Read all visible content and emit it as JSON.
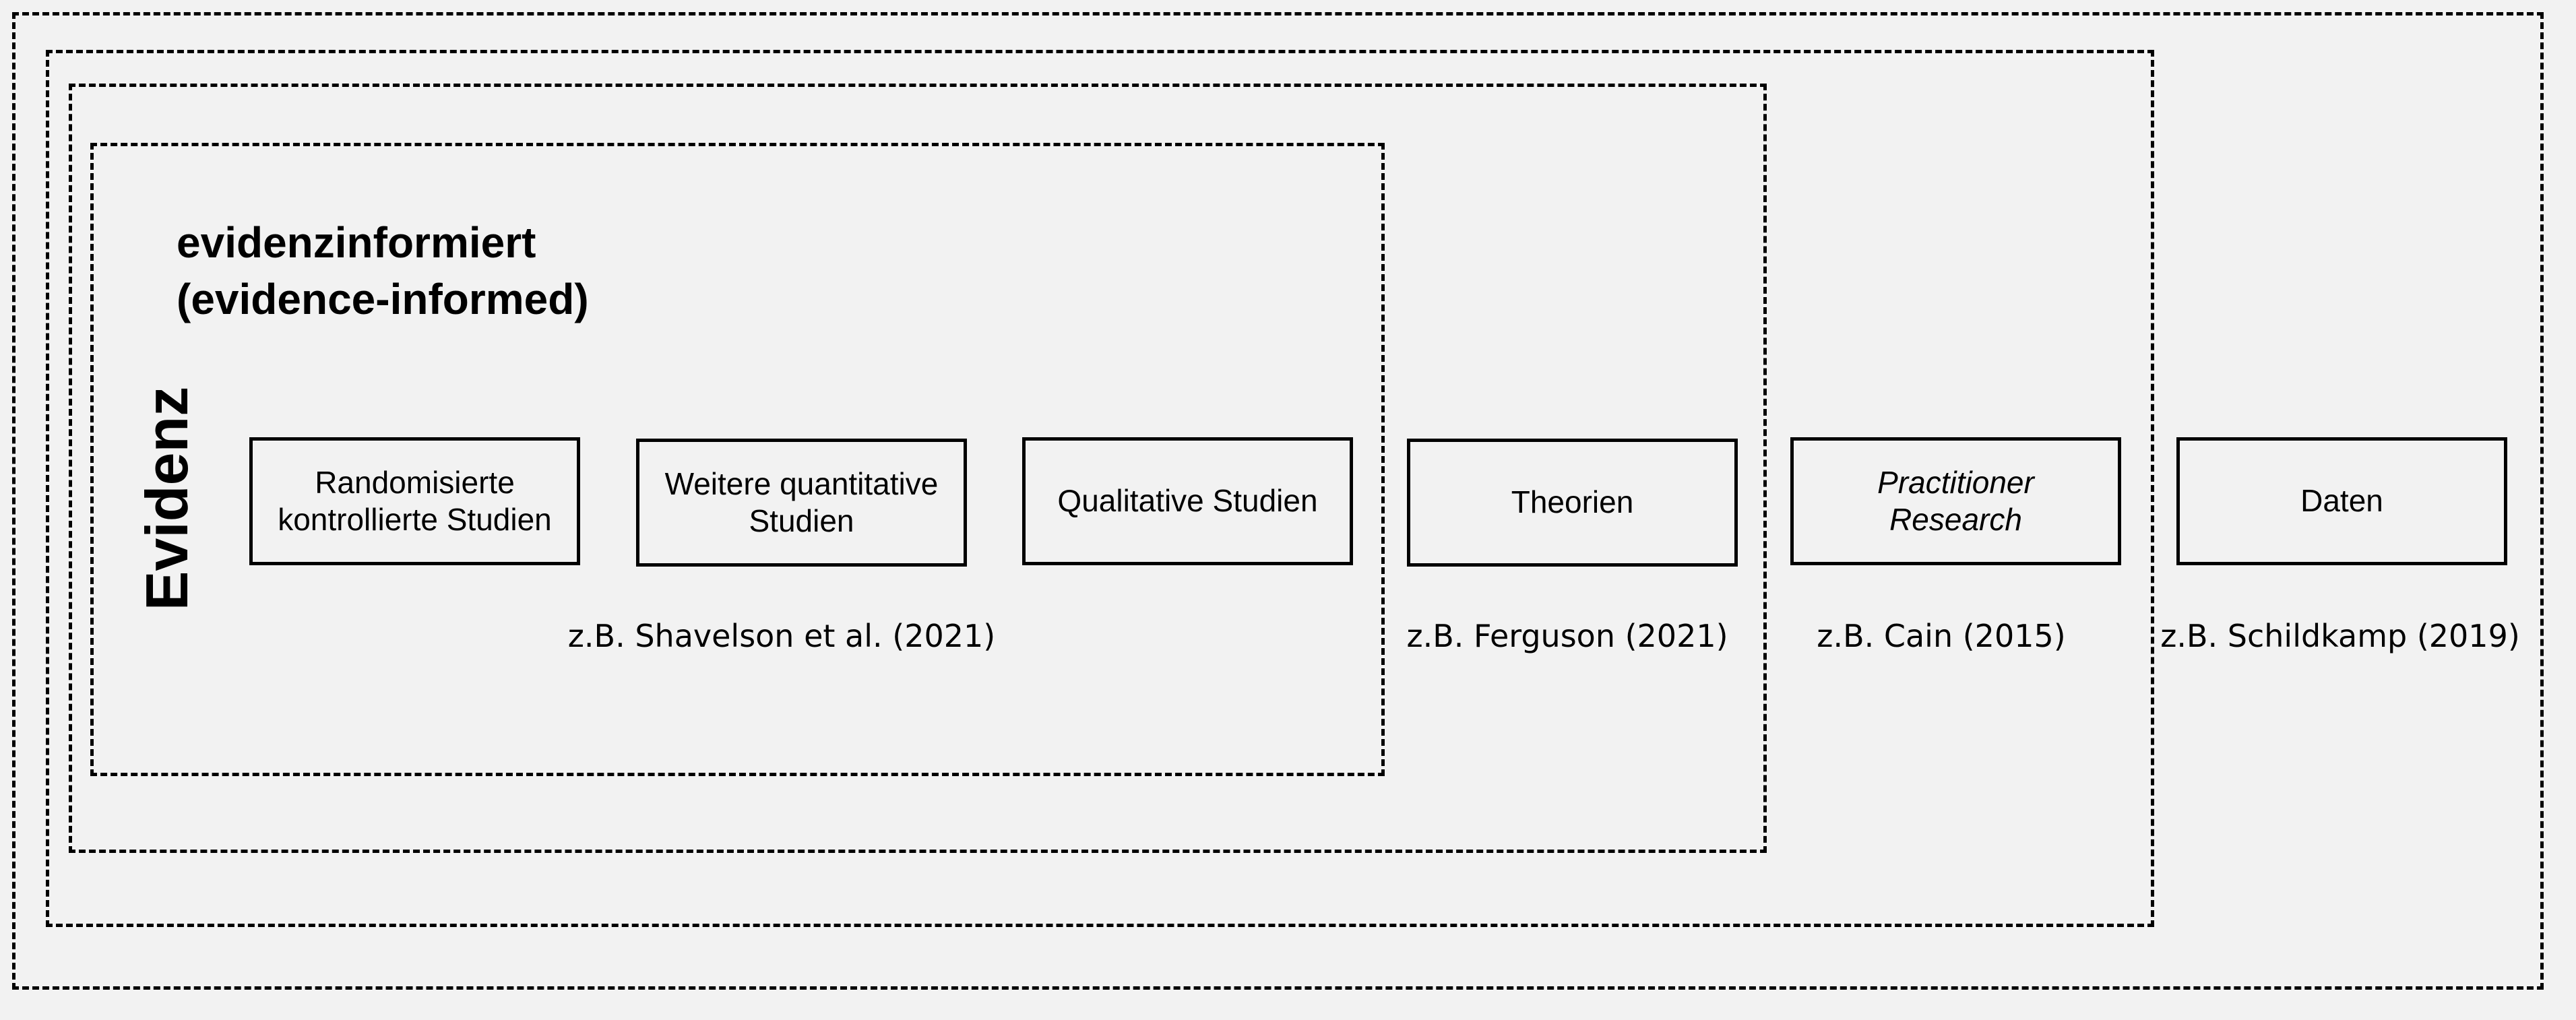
{
  "title": {
    "line1": "evidenzinformiert",
    "line2": "(evidence-informed)"
  },
  "side_label": "Evidenz",
  "boxes": {
    "rct": "Randomisierte kontrollierte Studien",
    "quant": "Weitere quantitative Studien",
    "qual": "Qualitative Studien",
    "theories": "Theorien",
    "practitioner": "Practitioner Research",
    "data": "Daten"
  },
  "references": {
    "shavelson": "z.B. Shavelson et al. (2021)",
    "ferguson": "z.B. Ferguson (2021)",
    "cain": "z.B. Cain (2015)",
    "schildkamp": "z.B. Schildkamp (2019)"
  }
}
